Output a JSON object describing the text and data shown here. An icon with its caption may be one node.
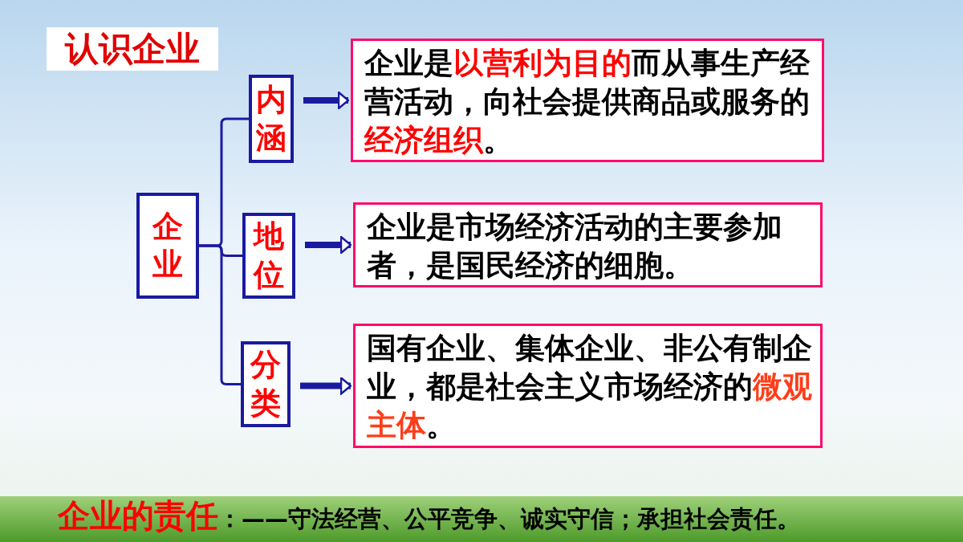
{
  "diagram": {
    "title": "认识企业",
    "nodes": [
      {
        "text": [
          "企业"
        ]
      },
      {
        "text": [
          "内涵"
        ]
      },
      {
        "text": [
          "地位"
        ]
      },
      {
        "text": [
          "分类"
        ]
      },
      {
        "text": [
          "企业是**以营利为目的**而从事生产经营活动，向社会提供商品或服务的**经济组织**。"
        ]
      },
      {
        "text": [
          "企业是市场经济活动的主要参加者，是国民经济的细胞。"
        ]
      },
      {
        "text": [
          "国有企业、集体企业、非公有制企业，都是社会主义市场经济的**微观主体**。"
        ]
      }
    ],
    "edges": [
      {
        "from": 0,
        "to": 1,
        "arrow": "none"
      },
      {
        "from": 0,
        "to": 2,
        "arrow": "none"
      },
      {
        "from": 0,
        "to": 3,
        "arrow": "none"
      },
      {
        "from": 1,
        "to": 4,
        "arrow": "to",
        "style": "thick"
      },
      {
        "from": 2,
        "to": 5,
        "arrow": "to",
        "style": "thick"
      },
      {
        "from": 3,
        "to": 6,
        "arrow": "to",
        "style": "thick"
      }
    ],
    "labels": [
      "**企业的责任**：——守法经营、公平竞争、诚实守信；承担社会责任。"
    ]
  }
}
